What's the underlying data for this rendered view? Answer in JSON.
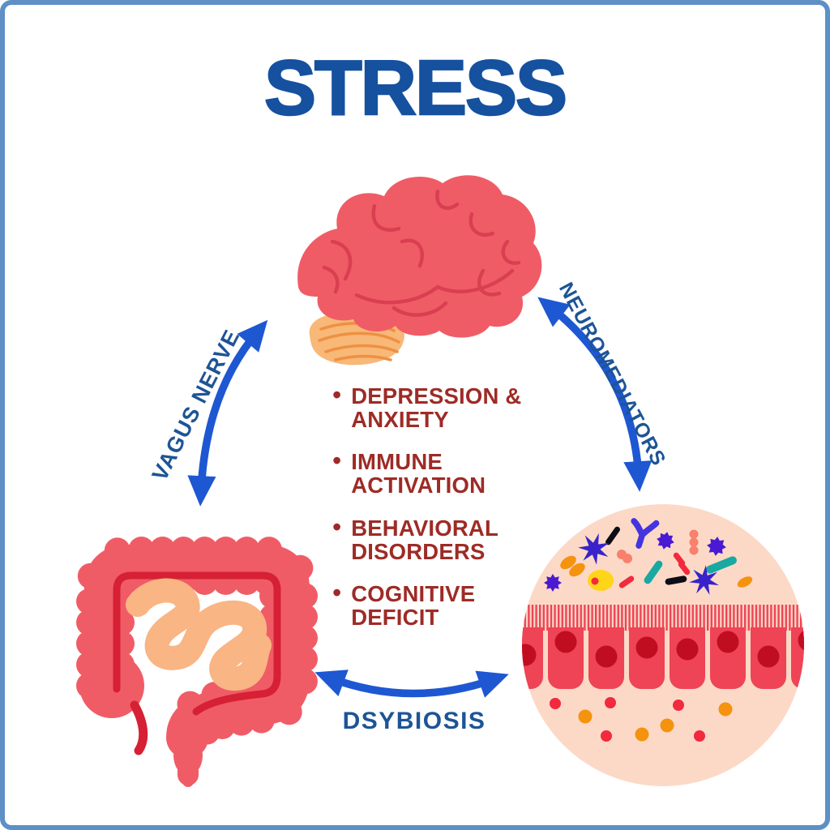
{
  "title": "STRESS",
  "labels": {
    "left_arrow": "VAGUS NERVE",
    "right_arrow": "NEUROMEDIATORS",
    "bottom_arrow": "DSYBIOSIS"
  },
  "center_list": {
    "bullet_glyph": "•",
    "items": [
      "DEPRESSION &\nANXIETY",
      "IMMUNE\nACTIVATION",
      "BEHAVIORAL\nDISORDERS",
      "COGNITIVE\nDEFICIT"
    ]
  },
  "illustrations": {
    "top": "brain",
    "bottom_left": "intestines",
    "bottom_right": "gut lining with microbiome"
  },
  "colors": {
    "border": "#5e8fc7",
    "title_blue": "#15519f",
    "label_blue": "#1d5496",
    "arrow_blue": "#1e57d2",
    "list_maroon": "#9e2b26",
    "brain_red": "#f05c66",
    "brain_sulci": "#d93f51",
    "cerebellum_orange": "#f8b877",
    "cerebellum_lines": "#ee9043",
    "gut_coral": "#f05c66",
    "gut_inner_line": "#d62033",
    "small_intestine": "#f9b583",
    "circle_bg": "#fcd9c7",
    "cell_red": "#ee4456",
    "nucleus_red": "#c00e20",
    "microbe_indigo": "#3823cb",
    "microbe_gear": "#4a1ad2",
    "microbe_violet": "#4334e0",
    "microbe_teal": "#19a8a2",
    "microbe_red": "#f3293d",
    "microbe_orange": "#f5930f",
    "microbe_yellow": "#ffd51a",
    "microbe_salmon": "#f9806c",
    "microbe_black": "#0d0d15"
  }
}
